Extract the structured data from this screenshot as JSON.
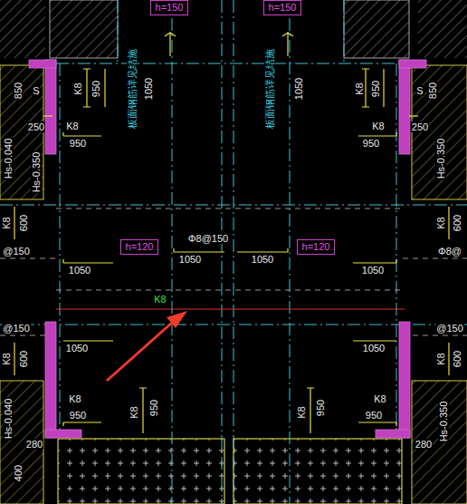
{
  "diagram": {
    "nodes": [
      {
        "text": [
          "h=150"
        ]
      },
      {
        "text": [
          "h=150"
        ]
      },
      {
        "text": [
          "h=120"
        ]
      },
      {
        "text": [
          "h=120"
        ]
      }
    ],
    "labels": [
      "850",
      "S",
      "250",
      "Hs-0.040",
      "Hs-0.350",
      "K8",
      "950",
      "板面钢筋详见结施",
      "1050",
      "板面钢筋详见结施",
      "1050",
      "K8",
      "950",
      "S",
      "850",
      "250",
      "Hs-0.350",
      "K8",
      "950",
      "K8",
      "950",
      "K8",
      "600",
      "K8",
      "600",
      "@150",
      "Φ8@150",
      "Φ8@",
      "1050",
      "1050",
      "1050",
      "1050",
      "K8",
      "@150",
      "@150",
      "1050",
      "1050",
      "K8",
      "600",
      "K8",
      "600",
      "K8",
      "950",
      "K8",
      "950",
      "K8",
      "950",
      "K8",
      "950",
      "Hs-0.040",
      "280",
      "400",
      "280",
      "Hs-0.350"
    ]
  }
}
